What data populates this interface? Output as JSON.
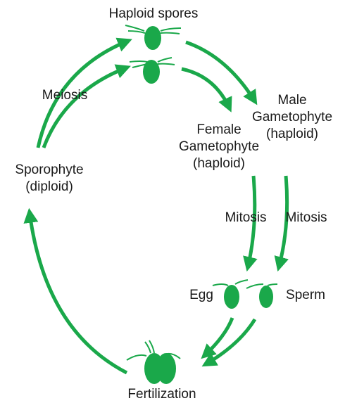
{
  "colors": {
    "accent": "#1aa84a",
    "text": "#1a1a1a",
    "background": "#ffffff"
  },
  "labels": {
    "haploid_spores": "Haploid spores",
    "meiosis": "Meiosis",
    "male_gametophyte": [
      "Male",
      "Gametophyte",
      "(haploid)"
    ],
    "female_gametophyte": [
      "Female",
      "Gametophyte",
      "(haploid)"
    ],
    "sporophyte": [
      "Sporophyte",
      "(diploid)"
    ],
    "mitosis_left": "Mitosis",
    "mitosis_right": "Mitosis",
    "egg": "Egg",
    "sperm": "Sperm",
    "fertilization": "Fertilization"
  }
}
